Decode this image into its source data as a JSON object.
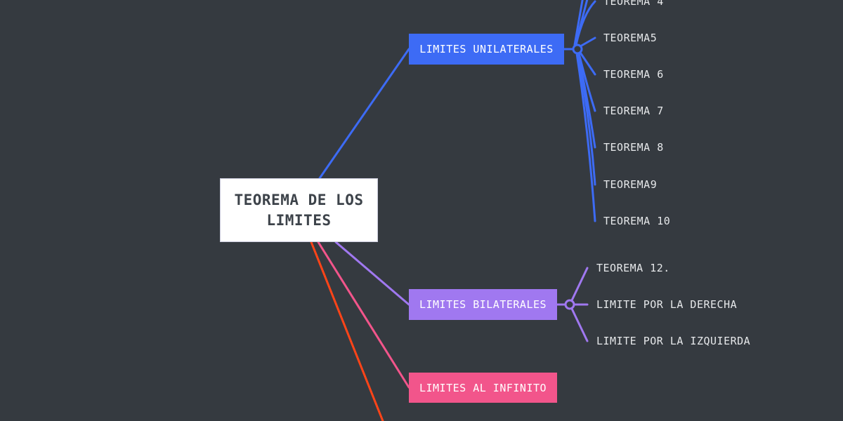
{
  "colors": {
    "background": "#353a40",
    "blue": "#3d6bf5",
    "purple": "#a078f0",
    "pink": "#f2558b",
    "red": "#ff4418"
  },
  "root": {
    "label": "TEOREMA DE LOS LIMITES"
  },
  "branches": [
    {
      "label": "LIMITES UNILATERALES",
      "children": [
        "TEOREMA 4",
        "TEOREMA5",
        "TEOREMA 6",
        "TEOREMA 7",
        "TEOREMA 8",
        "TEOREMA9",
        "TEOREMA 10"
      ]
    },
    {
      "label": "LIMITES BILATERALES",
      "children": [
        "TEOREMA 12.",
        "LIMITE POR LA DERECHA",
        "LIMITE POR LA IZQUIERDA"
      ]
    },
    {
      "label": "LIMITES AL INFINITO",
      "children": []
    }
  ]
}
